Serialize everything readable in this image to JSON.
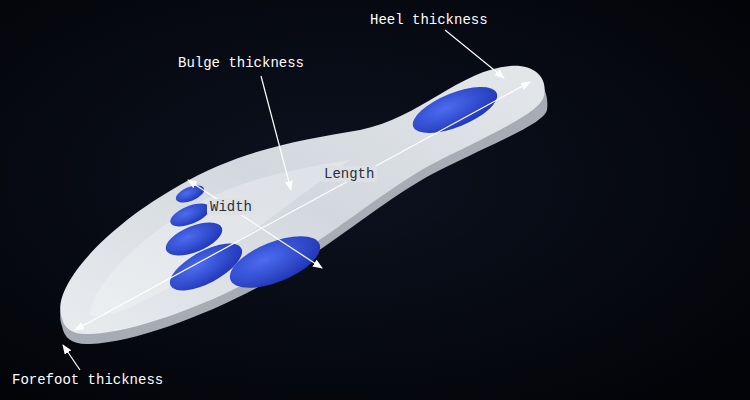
{
  "diagram": {
    "labels": [
      "Heel thickness",
      "Bulge thickness",
      "Length",
      "Width",
      "Forefoot thickness"
    ]
  }
}
